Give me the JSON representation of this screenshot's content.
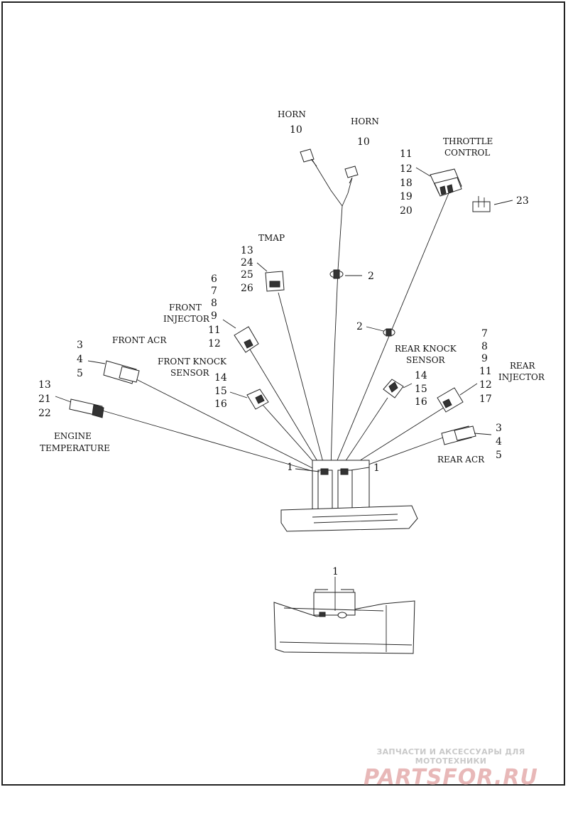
{
  "labels": {
    "horn_left": "HORN",
    "horn_right": "HORN",
    "throttle_1": "THROTTLE",
    "throttle_2": "CONTROL",
    "tmap": "TMAP",
    "front_injector_1": "FRONT",
    "front_injector_2": "INJECTOR",
    "front_acr": "FRONT ACR",
    "front_knock_1": "FRONT KNOCK",
    "front_knock_2": "SENSOR",
    "engine_temp_1": "ENGINE",
    "engine_temp_2": "TEMPERATURE",
    "rear_knock_1": "REAR KNOCK",
    "rear_knock_2": "SENSOR",
    "rear_injector_1": "REAR",
    "rear_injector_2": "INJECTOR",
    "rear_acr": "REAR ACR"
  },
  "callouts": {
    "horn_left_num": "10",
    "horn_right_num": "10",
    "throttle_nums": [
      "11",
      "12",
      "18",
      "19",
      "20"
    ],
    "bracket_23": "23",
    "tmap_nums": [
      "13",
      "24",
      "25",
      "26"
    ],
    "clip_upper": "2",
    "clip_lower": "2",
    "front_injector_nums": [
      "6",
      "7",
      "8",
      "9",
      "11",
      "12"
    ],
    "front_acr_nums": [
      "3",
      "4",
      "5"
    ],
    "engine_temp_nums": [
      "13",
      "21",
      "22"
    ],
    "front_knock_nums": [
      "14",
      "15",
      "16"
    ],
    "rear_knock_nums": [
      "14",
      "15",
      "16"
    ],
    "rear_injector_nums": [
      "7",
      "8",
      "9",
      "11",
      "12",
      "17"
    ],
    "rear_acr_nums": [
      "3",
      "4",
      "5"
    ],
    "strap_left": "1",
    "strap_right": "1",
    "strap_detail": "1"
  },
  "watermark": {
    "top": "ЗАПЧАСТИ И АКСЕССУАРЫ ДЛЯ МОТОТЕХНИКИ",
    "logo": "PARTSFOR.RU"
  }
}
